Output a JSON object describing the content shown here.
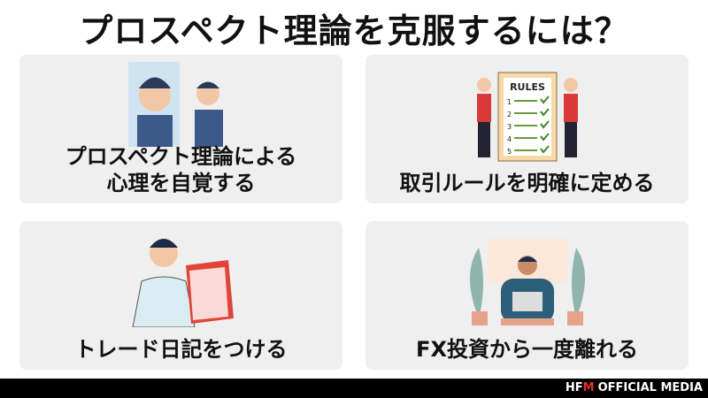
{
  "title": "プロスペクト理論を克服するには？",
  "cards": [
    {
      "label_line1": "プロスペクト理論による",
      "label_line2": "心理を自覚する",
      "icon": "mirror-reflection-illustration"
    },
    {
      "label_line1": "取引ルールを明確に定める",
      "icon": "rules-checklist-illustration",
      "board_title": "RULES",
      "board_items": [
        "1",
        "2",
        "3",
        "4",
        "5"
      ]
    },
    {
      "label_line1": "トレード日記をつける",
      "icon": "writing-diary-illustration"
    },
    {
      "label_line1": "FX投資から一度離れる",
      "icon": "relaxing-with-laptop-illustration"
    }
  ],
  "footer": {
    "logo_hf": "HF",
    "logo_m": "M",
    "brand": "OFFICIAL MEDIA"
  },
  "colors": {
    "card_bg": "#efefef",
    "footer_bg": "#000000",
    "logo_accent": "#e4322b"
  }
}
